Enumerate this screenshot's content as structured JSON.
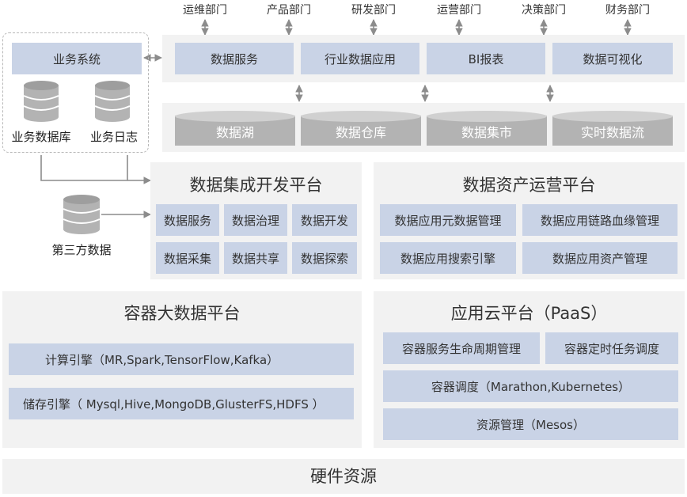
{
  "departments": [
    "运维部门",
    "产品部门",
    "研发部门",
    "运营部门",
    "决策部门",
    "财务部门"
  ],
  "business": {
    "system": "业务系统",
    "database": "业务数据库",
    "logs": "业务日志",
    "third_party": "第三方数据"
  },
  "top_services": [
    "数据服务",
    "行业数据应用",
    "BI报表",
    "数据可视化"
  ],
  "storage": [
    "数据湖",
    "数据仓库",
    "数据集市",
    "实时数据流"
  ],
  "integration": {
    "title": "数据集成开发平台",
    "items": [
      "数据服务",
      "数据治理",
      "数据开发",
      "数据采集",
      "数据共享",
      "数据探索"
    ]
  },
  "asset_ops": {
    "title": "数据资产运营平台",
    "items": [
      "数据应用元数据管理",
      "数据应用链路血缘管理",
      "数据应用搜索引擎",
      "数据应用资产管理"
    ]
  },
  "container_bigdata": {
    "title": "容器大数据平台",
    "compute": "计算引擎（MR,Spark,TensorFlow,Kafka）",
    "storage": "储存引擎（ Mysql,Hive,MongoDB,GlusterFS,HDFS ）"
  },
  "paas": {
    "title": "应用云平台（PaaS）",
    "lifecycle": "容器服务生命周期管理",
    "cron": "容器定时任务调度",
    "scheduling": "容器调度（Marathon,Kubernetes）",
    "resources": "资源管理（Mesos）"
  },
  "hardware": "硬件资源",
  "colors": {
    "box": "#c9d3e6",
    "panel": "#f2f2f2",
    "cylinder": "#b3b3b3",
    "cylinder_top": "#d0d0d0",
    "arrow": "#8c8c8c",
    "dashed_border": "#b8b8b8"
  }
}
